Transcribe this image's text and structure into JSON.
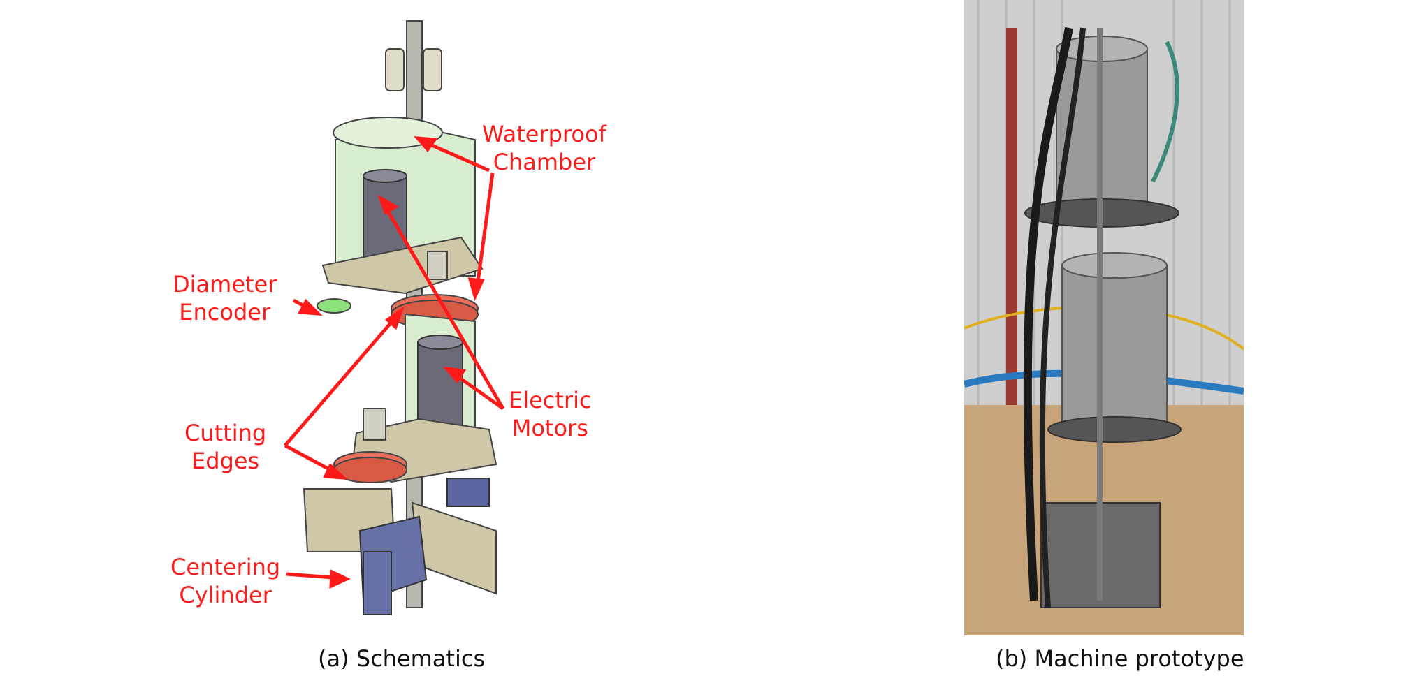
{
  "labels": {
    "waterproof_chamber": [
      "Waterproof",
      "Chamber"
    ],
    "diameter_encoder": [
      "Diameter",
      "Encoder"
    ],
    "electric_motors": [
      "Electric",
      "Motors"
    ],
    "cutting_edges": [
      "Cutting",
      "Edges"
    ],
    "centering_cylinder": [
      "Centering",
      "Cylinder"
    ]
  },
  "captions": {
    "left": "(a)  Schematics",
    "right": "(b)  Machine  prototype"
  },
  "colors": {
    "annotation": "#ff1a1a",
    "chamber": "#d8ecd0",
    "motor": "#6a6a78",
    "cutter": "#e8705a",
    "bracket": "#6870a8",
    "plate": "#cfc8a8"
  }
}
